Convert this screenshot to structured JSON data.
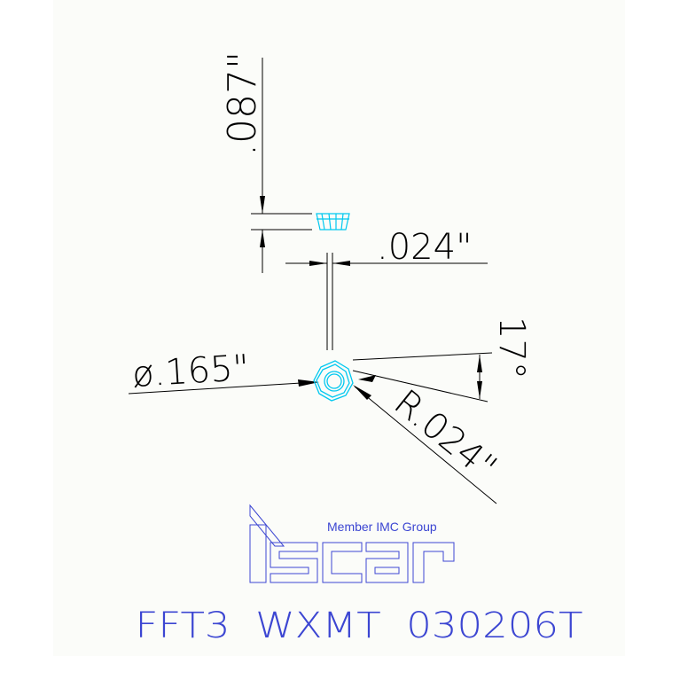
{
  "colors": {
    "background": "#ffffff",
    "sheet": "#fbfcf9",
    "line": "#000000",
    "part": "#00c8f0",
    "brand": "#3c46d2"
  },
  "dimensions": {
    "thickness": ".087\"",
    "width": ".024\"",
    "diameter": "ø.165\"",
    "angle": "17°",
    "radius": "R.024\""
  },
  "brand": {
    "logo_name": "ISCAR",
    "tagline": "Member IMC Group",
    "part_number": "FFT3  WXMT  030206T"
  }
}
